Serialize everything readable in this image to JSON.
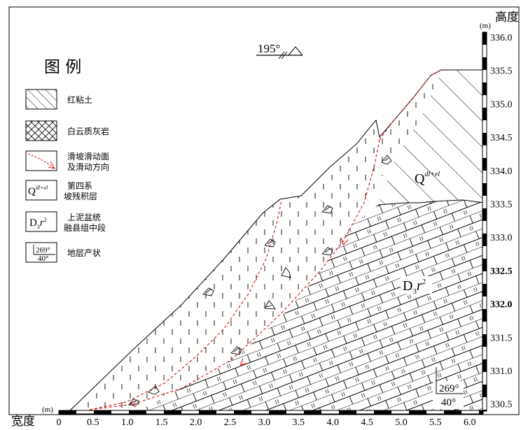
{
  "compass": {
    "label": "195°"
  },
  "legend": {
    "title": "图 例",
    "items": [
      {
        "key": "red-clay",
        "label": "红粘土"
      },
      {
        "key": "dolomitic-limestone",
        "label": "白云质灰岩"
      },
      {
        "key": "slip-surface",
        "label_lines": [
          "滑坡滑动面",
          "及滑动方向"
        ]
      },
      {
        "key": "quaternary",
        "symbol": "Q",
        "symbol_sup": "dl+el",
        "label_lines": [
          "第四系",
          "坡残积层"
        ]
      },
      {
        "key": "devonian",
        "symbol": "D",
        "symbol_sub": "3",
        "symbol_mid": "r",
        "symbol_sup": "2",
        "label_lines": [
          "上泥盆统",
          "融县组中段"
        ]
      },
      {
        "key": "attitude",
        "symbol_top": "269°",
        "symbol_bottom": "40°",
        "label": "地层产状"
      }
    ]
  },
  "axes": {
    "height_title": "高度",
    "height_unit": "(m)",
    "height_ticks": [
      "336.0",
      "335.5",
      "335.0",
      "334.5",
      "334.0",
      "333.5",
      "333.0",
      "332.5",
      "332.0",
      "331.5",
      "331.0",
      "330.5"
    ],
    "height_bold": [
      "332.5",
      "332.0"
    ],
    "width_title": "宽度",
    "width_unit": "(m)",
    "width_ticks": [
      "0",
      "0.5",
      "1.0",
      "1.5",
      "2.0",
      "2.5",
      "3.0",
      "3.5",
      "4.0",
      "4.5",
      "5.0",
      "5.5",
      "6.0"
    ]
  },
  "labels": {
    "q_main": "Q",
    "q_sup": "dl+el",
    "d_main": "D",
    "d_sub": "3",
    "d_mid": "r",
    "d_sup": "2",
    "attitude_top": "269°",
    "attitude_bottom": "40°"
  }
}
